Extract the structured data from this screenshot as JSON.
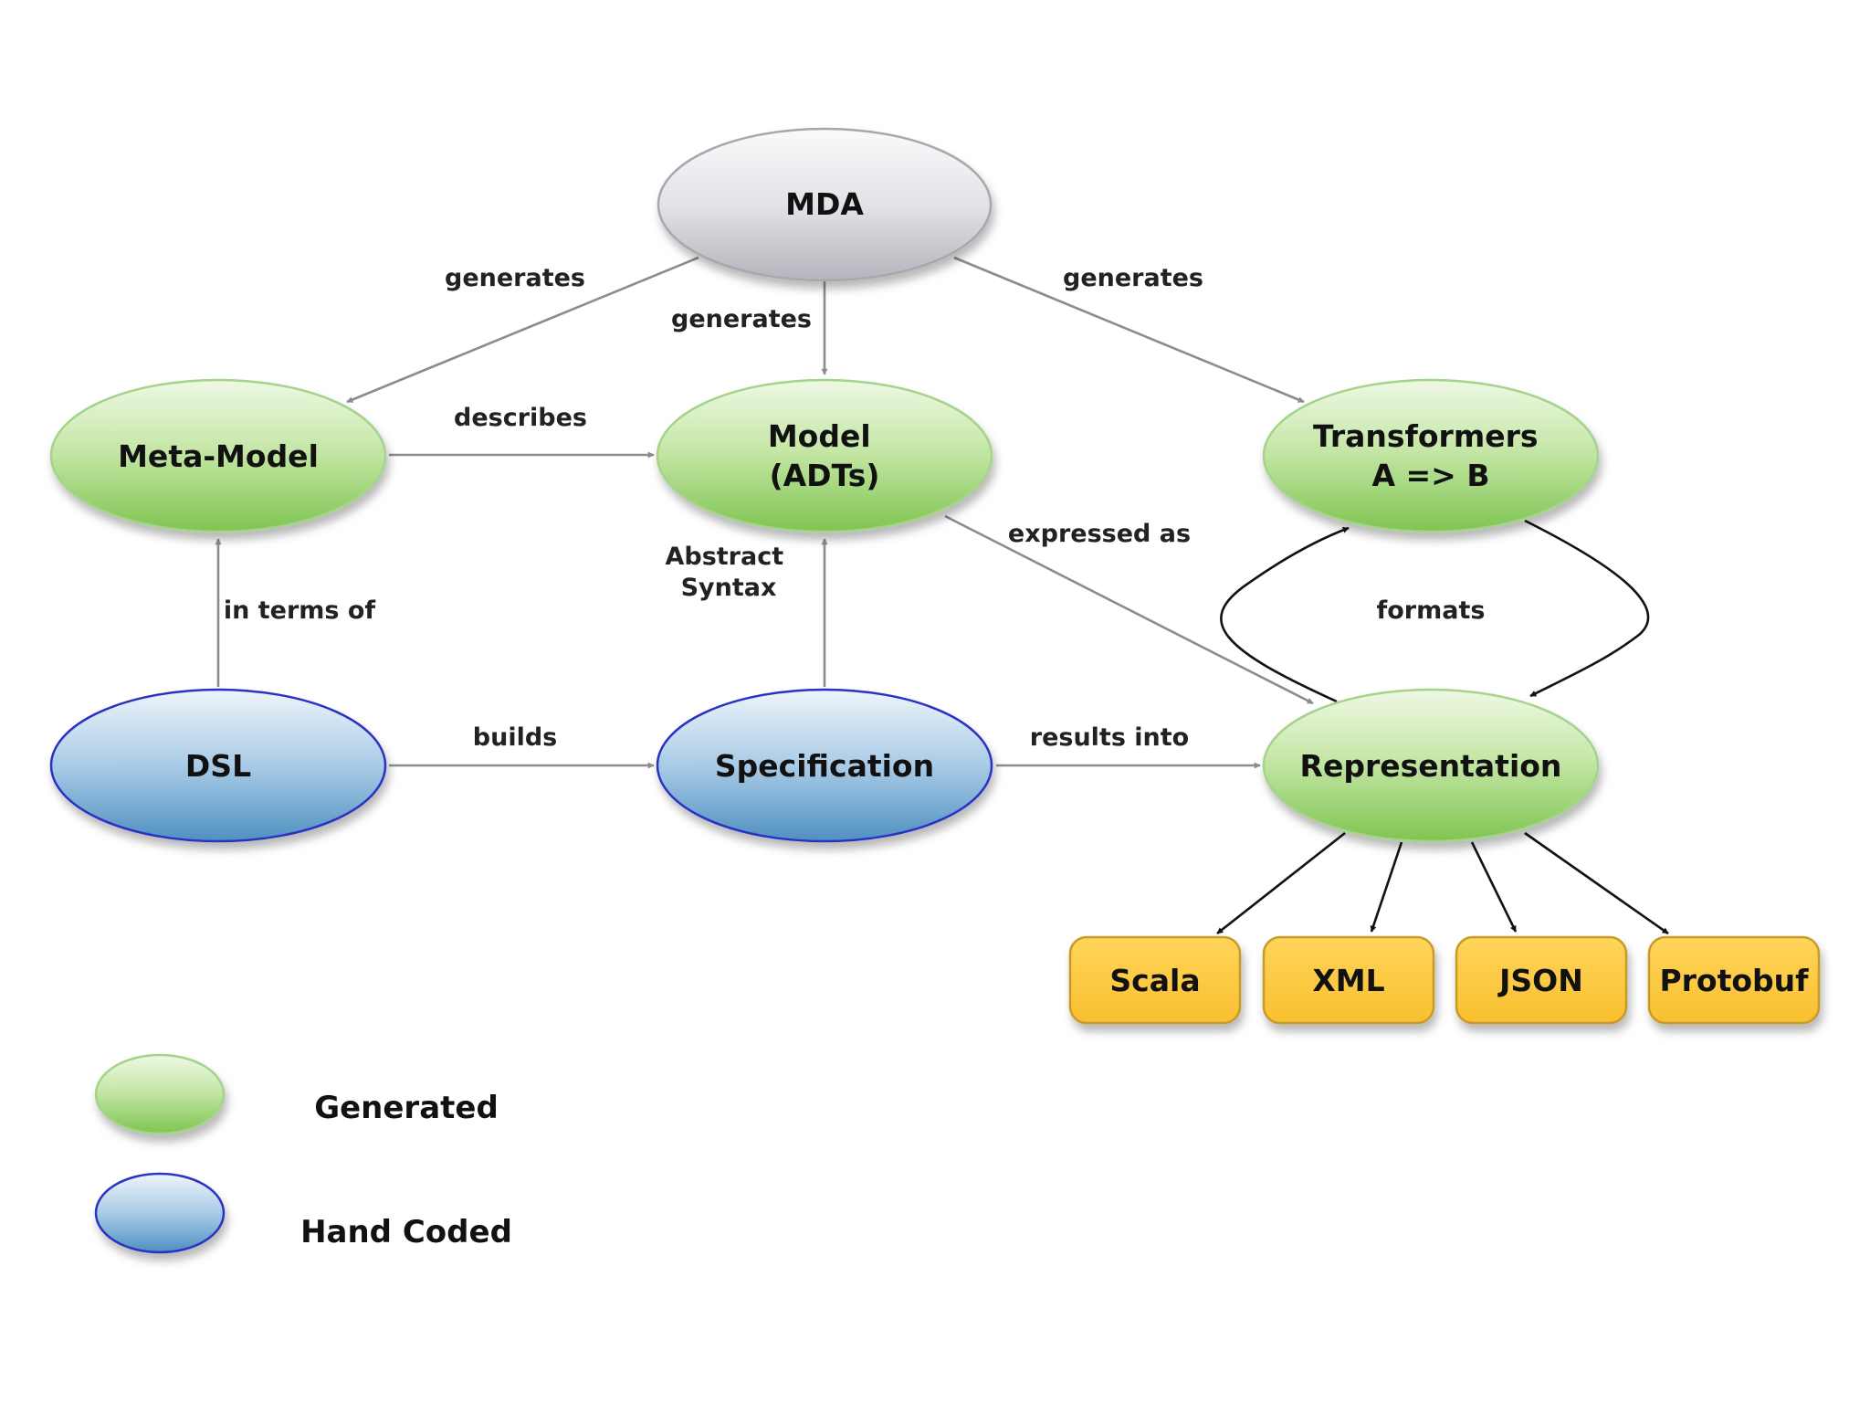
{
  "nodes": {
    "mda": {
      "label": "MDA",
      "kind": "root"
    },
    "meta_model": {
      "label": "Meta-Model",
      "kind": "generated"
    },
    "model": {
      "line1": "Model",
      "line2": "(ADTs)",
      "kind": "generated"
    },
    "transformers": {
      "line1": "Transformers",
      "line2": "A => B",
      "kind": "generated"
    },
    "dsl": {
      "label": "DSL",
      "kind": "hand-coded"
    },
    "specification": {
      "label": "Specification",
      "kind": "hand-coded"
    },
    "representation": {
      "label": "Representation",
      "kind": "generated"
    },
    "scala": {
      "label": "Scala",
      "kind": "format"
    },
    "xml": {
      "label": "XML",
      "kind": "format"
    },
    "json": {
      "label": "JSON",
      "kind": "format"
    },
    "protobuf": {
      "label": "Protobuf",
      "kind": "format"
    }
  },
  "edges": {
    "mda_meta": {
      "label": "generates",
      "from": "MDA",
      "to": "Meta-Model"
    },
    "mda_model": {
      "label": "generates",
      "from": "MDA",
      "to": "Model (ADTs)"
    },
    "mda_transformers": {
      "label": "generates",
      "from": "MDA",
      "to": "Transformers"
    },
    "meta_model": {
      "label": "describes",
      "from": "Meta-Model",
      "to": "Model (ADTs)"
    },
    "dsl_meta": {
      "label": "in terms of",
      "from": "DSL",
      "to": "Meta-Model"
    },
    "spec_model": {
      "line1": "Abstract",
      "line2": "Syntax",
      "from": "Specification",
      "to": "Model (ADTs)"
    },
    "model_repr": {
      "label": "expressed as",
      "from": "Model (ADTs)",
      "to": "Representation"
    },
    "dsl_spec": {
      "label": "builds",
      "from": "DSL",
      "to": "Specification"
    },
    "spec_repr": {
      "label": "results into",
      "from": "Specification",
      "to": "Representation"
    },
    "formats": {
      "label": "formats",
      "between": [
        "Transformers",
        "Representation"
      ]
    }
  },
  "legend": {
    "generated": "Generated",
    "hand_coded": "Hand Coded"
  },
  "colors": {
    "generated_light": "#e9f6dc",
    "generated_dark": "#8ccb5e",
    "generated_stroke": "#a5d38a",
    "hand_light": "#e3eef7",
    "hand_dark": "#5e9cc9",
    "hand_stroke": "#2b33c4",
    "root_light": "#f3f3f5",
    "root_dark": "#bdbcc3",
    "format_fill": "#fcc83f",
    "format_stroke": "#c89a28",
    "gray_edge": "#8c8c8c",
    "black_edge": "#111111"
  }
}
